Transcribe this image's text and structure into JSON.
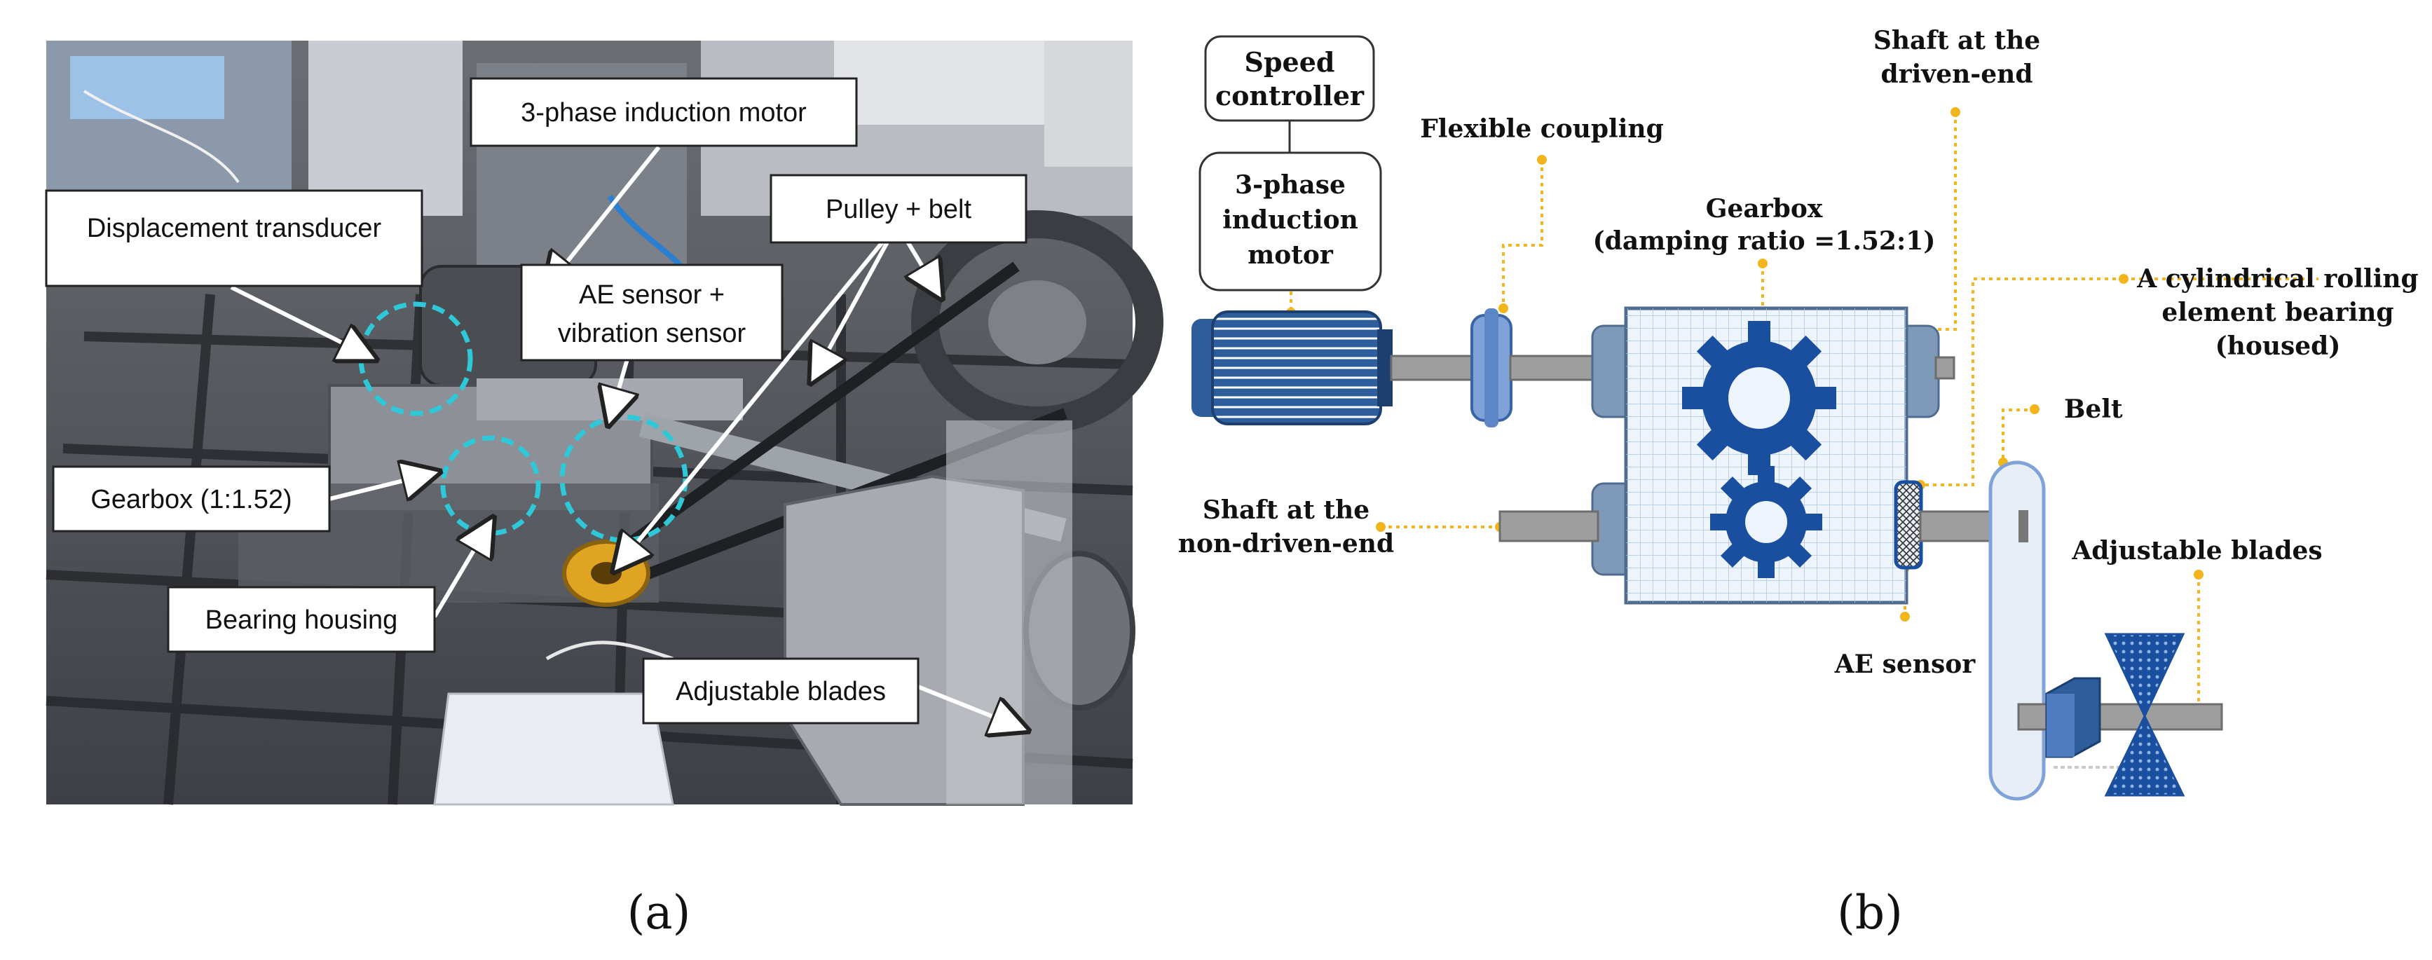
{
  "panel_a": {
    "caption": "(a)",
    "callouts": {
      "motor": "3-phase induction motor",
      "transducer": "Displacement transducer",
      "pulley": "Pulley + belt",
      "ae_sensor_1": "AE sensor +",
      "ae_sensor_2": "vibration sensor",
      "gearbox": "Gearbox (1:1.52)",
      "bearing": "Bearing housing",
      "blades": "Adjustable blades"
    }
  },
  "panel_b": {
    "caption": "(b)",
    "labels": {
      "speed_controller_1": "Speed",
      "speed_controller_2": "controller",
      "motor_1": "3-phase",
      "motor_2": "induction",
      "motor_3": "motor",
      "coupling": "Flexible coupling",
      "shaft_driven_1": "Shaft at the",
      "shaft_driven_2": "driven-end",
      "gearbox_1": "Gearbox",
      "gearbox_2": "(damping ratio =1.52:1)",
      "bearing_1": "A cylindrical rolling",
      "bearing_2": "element bearing",
      "bearing_3": "(housed)",
      "belt": "Belt",
      "shaft_nondriven_1": "Shaft at the",
      "shaft_nondriven_2": "non-driven-end",
      "blades": "Adjustable blades",
      "ae_sensor": "AE sensor"
    }
  },
  "colors": {
    "leader": "#f2b51b",
    "ring": "#2ec8d8",
    "gear": "#1a4f9f",
    "motor": "#2e5d9c",
    "gearbox_fill": "#eef4fb",
    "housing": "#7f9ab8",
    "shaft": "#9e9e9e"
  }
}
